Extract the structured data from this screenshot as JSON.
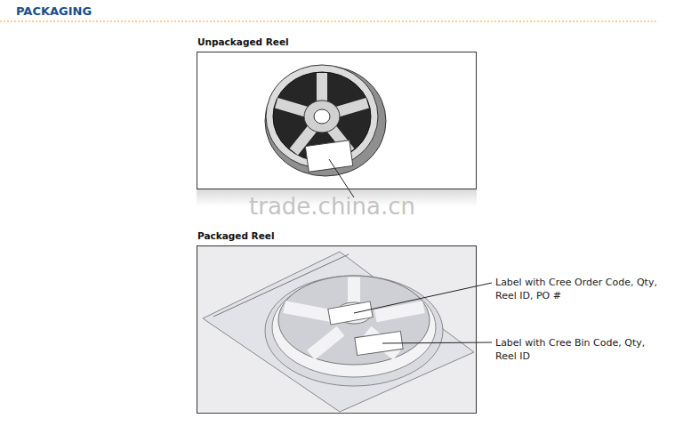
{
  "diagram": {
    "title": "PACKAGING",
    "nodes": [
      {
        "text": [
          "Unpackaged Reel"
        ]
      },
      {
        "text": [
          "Packaged Reel"
        ]
      }
    ],
    "labels": [
      "Label with Cree Order Code, Qty, Reel ID, PO #",
      "Label with Cree Bin Code, Qty, Reel ID",
      "trade.china.cn"
    ]
  }
}
